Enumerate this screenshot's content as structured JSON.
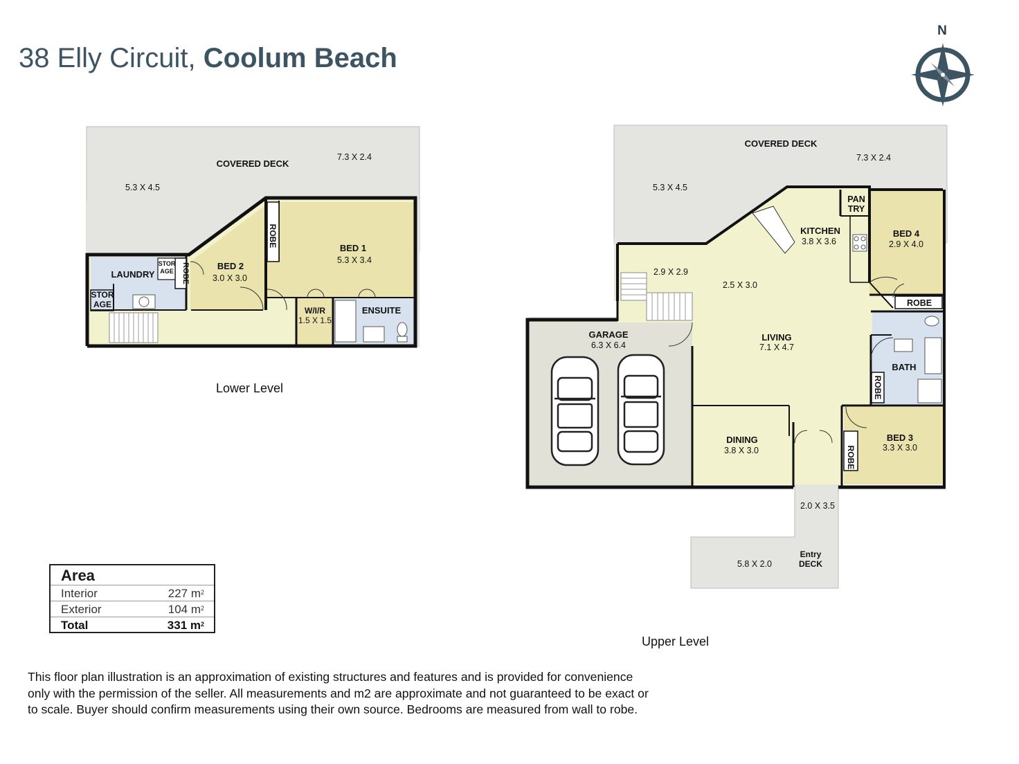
{
  "header": {
    "street": "38 Elly Circuit,",
    "suburb": "Coolum Beach"
  },
  "compass": {
    "label": "N"
  },
  "levels": {
    "lower": "Lower Level",
    "upper": "Upper Level"
  },
  "lower_rooms": {
    "covered_deck": "COVERED DECK",
    "deck_dim_a": "5.3 X 4.5",
    "deck_dim_b": "7.3 X 2.4",
    "laundry": "LAUNDRY",
    "storage_top_1": "STOR",
    "storage_top_2": "AGE",
    "storage_left_1": "STOR",
    "storage_left_2": "AGE",
    "robe_small": "ROBE",
    "robe_bed2": "ROBE",
    "bed2": "BED 2",
    "bed2_dim": "3.0 X 3.0",
    "bed1": "BED 1",
    "bed1_dim": "5.3 X 3.4",
    "wir": "W/I/R",
    "wir_dim": "1.5 X 1.5",
    "ensuite": "ENSUITE"
  },
  "upper_rooms": {
    "covered_deck": "COVERED DECK",
    "deck_dim_a": "5.3 X 4.5",
    "deck_dim_b": "7.3 X 2.4",
    "pantry_1": "PAN",
    "pantry_2": "TRY",
    "kitchen": "KITCHEN",
    "kitchen_dim": "3.8 X 3.6",
    "bed4": "BED 4",
    "bed4_dim": "2.9 X 4.0",
    "stair_dim": "2.9 X 2.9",
    "hall_dim": "2.5 X 3.0",
    "robe_bed4": "ROBE",
    "living": "LIVING",
    "living_dim": "7.1 X 4.7",
    "garage": "GARAGE",
    "garage_dim": "6.3 X 6.4",
    "bath": "BATH",
    "robe_bath": "ROBE",
    "dining": "DINING",
    "dining_dim": "3.8 X 3.0",
    "robe_bed3": "ROBE",
    "bed3": "BED 3",
    "bed3_dim": "3.3 X 3.0",
    "walk_dim": "2.0 X 3.5",
    "entry_1": "Entry",
    "entry_2": "DECK",
    "entry_dim": "5.8 X 2.0"
  },
  "area": {
    "heading": "Area",
    "rows": [
      {
        "label": "Interior",
        "value": "227 m",
        "unit": "2"
      },
      {
        "label": "Exterior",
        "value": "104 m",
        "unit": "2"
      },
      {
        "label": "Total",
        "value": "331 m",
        "unit": "2"
      }
    ]
  },
  "disclaimer": {
    "line1": "This floor plan illustration is an approximation of existing structures and features and is provided for convenience",
    "line2": "only with the permission of the seller. All measurements and m2 are approximate and not guaranteed to be exact or",
    "line3": "to scale. Buyer should confirm measurements using their own source. Bedrooms are measured from wall to robe."
  },
  "colors": {
    "deck": "#e4e5e0",
    "bedroom": "#ebe3ae",
    "living": "#f3f2cf",
    "wet": "#d7e2ee",
    "garage": "#e1e1d7",
    "wall": "#111111",
    "title": "#3d5463"
  }
}
